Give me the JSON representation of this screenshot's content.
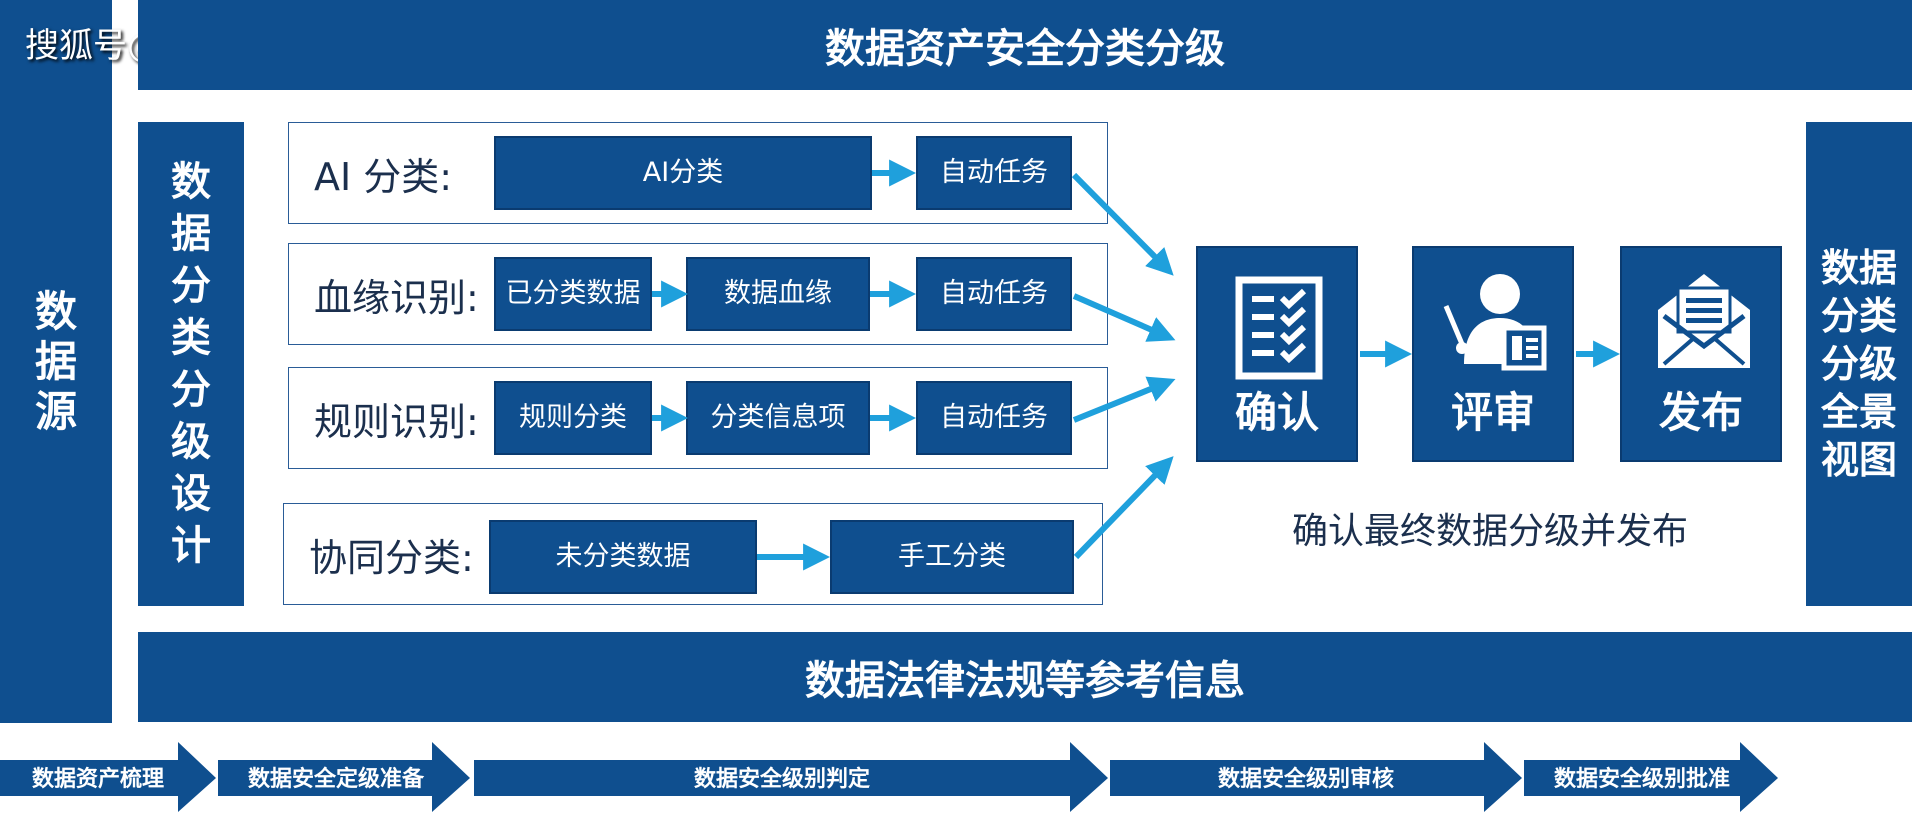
{
  "watermark": "搜狐号@Datablau",
  "title": "数据资产安全分类分级",
  "left_bar": "数据源",
  "design_bar": "数据分类分级设计",
  "right_bar": "数据分类分级全景视图",
  "bottom_bar": "数据法律法规等参考信息",
  "rows": [
    {
      "title": "AI 分类:",
      "nodes": [
        "AI分类",
        "自动任务"
      ]
    },
    {
      "title": "血缘识别:",
      "nodes": [
        "已分类数据",
        "数据血缘",
        "自动任务"
      ]
    },
    {
      "title": "规则识别:",
      "nodes": [
        "规则分类",
        "分类信息项",
        "自动任务"
      ]
    },
    {
      "title": "协同分类:",
      "nodes": [
        "未分类数据",
        "手工分类"
      ]
    }
  ],
  "steps": [
    {
      "label": "确认",
      "icon": "checklist-icon"
    },
    {
      "label": "评审",
      "icon": "reviewer-icon"
    },
    {
      "label": "发布",
      "icon": "envelope-icon"
    }
  ],
  "steps_caption": "确认最终数据分级并发布",
  "process": [
    "数据资产梳理",
    "数据安全定级准备",
    "数据安全级别判定",
    "数据安全级别审核",
    "数据安全级别批准"
  ],
  "colors": {
    "navy": "#0f4f8f",
    "arrow": "#1fa0dc",
    "frame": "#2a5c97"
  }
}
